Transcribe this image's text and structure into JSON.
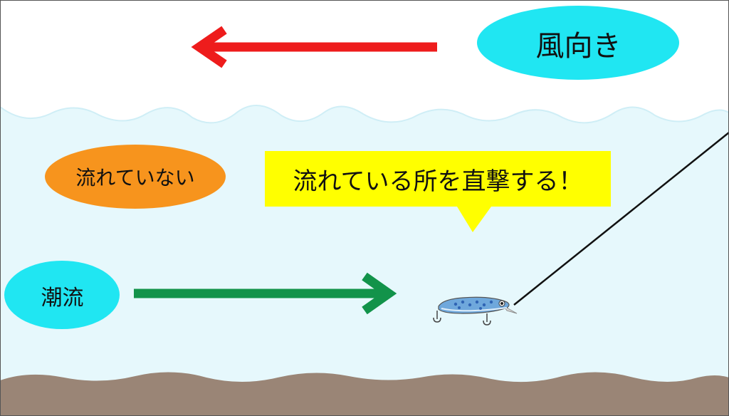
{
  "labels": {
    "wind_direction": "風向き",
    "not_flowing": "流れていない",
    "tidal_current": "潮流",
    "callout": "流れている所を直撃する！"
  },
  "colors": {
    "sky": "#ffffff",
    "water": "#e6f8fc",
    "seabed": "#9a8576",
    "wind_arrow": "#ee1c1c",
    "current_arrow": "#12934a",
    "wind_oval": "#20e6f2",
    "not_flowing_oval": "#f7941d",
    "tidal_oval": "#20e6f2",
    "callout_fill": "#ffff00",
    "fishing_line": "#111111",
    "lure_body": "#6fa8dc",
    "lure_spots": "#2f64b4"
  },
  "icons": {
    "lure": "fishing-lure-icon",
    "hook": "treble-hook-icon"
  }
}
